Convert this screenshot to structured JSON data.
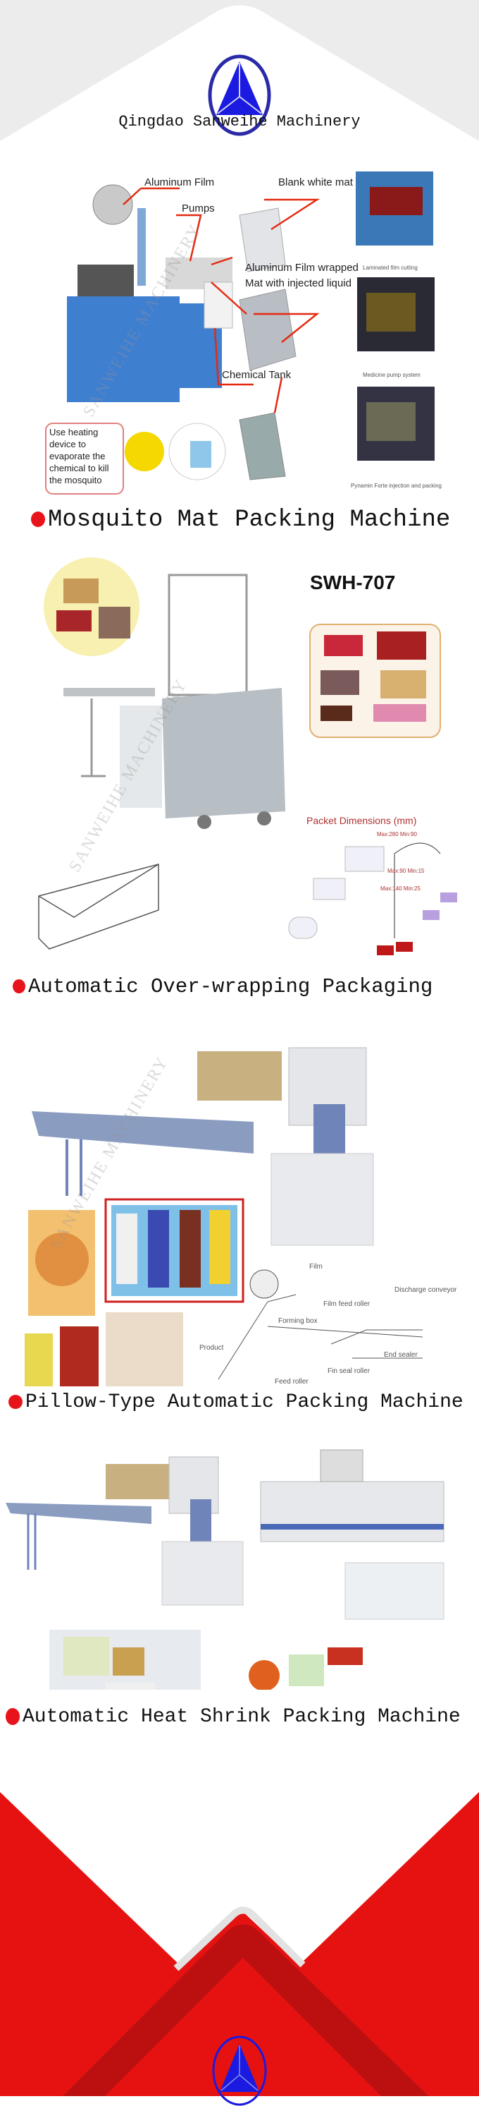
{
  "header": {
    "company": "Qingdao Sanweihe Machinery"
  },
  "colors": {
    "brand_blue": "#1a1ae0",
    "accent_red": "#e8141b",
    "dark_red": "#b80f12",
    "header_gray": "#ececec"
  },
  "sections": [
    {
      "title": "Mosquito Mat Packing Machine",
      "labels": {
        "aluminum_film": "Aluminum Film",
        "pumps": "Pumps",
        "blank_mat": "Blank white mat",
        "wrapped_mat_1": "Aluminum Film wrapped",
        "wrapped_mat_2": "Mat with injected liquid",
        "chemical_tank": "Chemical Tank",
        "heating_note": "Use heating device to evaporate the chemical to kill the mosquito",
        "photo1": "Laminated film cutting",
        "photo2": "Medicine pump system",
        "photo3": "Pynamin Forte injection and packing"
      }
    },
    {
      "title": "Automatic Over-wrapping Packaging",
      "labels": {
        "model": "SWH-707",
        "packet_dimensions": "Packet Dimensions (mm)",
        "dim1": "Max:280 Min:90",
        "dim2": "Max:90 Min:15",
        "dim3": "Max:140 Min:25"
      }
    },
    {
      "title": "Pillow-Type Automatic Packing Machine",
      "labels": {
        "film": "Film",
        "film_feed_roller": "Film feed roller",
        "discharge_conveyor": "Discharge conveyor",
        "forming_box": "Forming box",
        "product": "Product",
        "end_sealer": "End sealer",
        "fin_seal_roller": "Fin seal roller",
        "feed_roller": "Feed roller"
      }
    },
    {
      "title": "Automatic Heat Shrink Packing Machine"
    }
  ],
  "watermark": "SANWEIHE MACHINERY"
}
